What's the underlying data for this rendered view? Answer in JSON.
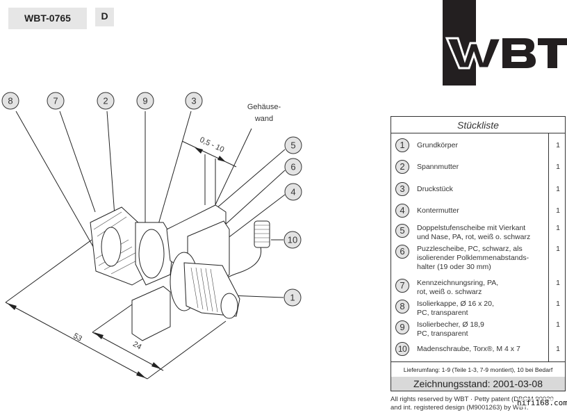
{
  "header": {
    "doc_id": "WBT-0765",
    "language": "D",
    "logo_text": "WBT"
  },
  "drawing": {
    "callouts": [
      "8",
      "7",
      "2",
      "9",
      "3",
      "5",
      "6",
      "4",
      "10",
      "1"
    ],
    "wall_label_line1": "Gehäuse-",
    "wall_label_line2": "wand",
    "dimensions": {
      "wall_thickness": "0,5 - 10",
      "overall_length": "53",
      "front_length": "24"
    }
  },
  "parts_list": {
    "title": "Stückliste",
    "items": [
      {
        "no": "1",
        "lines": [
          "Grundkörper"
        ],
        "qty": "1"
      },
      {
        "no": "2",
        "lines": [
          "Spannmutter"
        ],
        "qty": "1"
      },
      {
        "no": "3",
        "lines": [
          "Druckstück"
        ],
        "qty": "1"
      },
      {
        "no": "4",
        "lines": [
          "Kontermutter"
        ],
        "qty": "1"
      },
      {
        "no": "5",
        "lines": [
          "Doppelstufenscheibe mit Vierkant",
          "und Nase, PA, rot, weiß  o. schwarz"
        ],
        "qty": "1"
      },
      {
        "no": "6",
        "lines": [
          "Puzzlescheibe, PC, schwarz, als",
          "isolierender Polklemmenabstands-",
          "halter (19 oder 30 mm)"
        ],
        "qty": "1"
      },
      {
        "no": "7",
        "lines": [
          "Kennzeichnungsring, PA,",
          "rot, weiß o. schwarz"
        ],
        "qty": "1"
      },
      {
        "no": "8",
        "lines": [
          "Isolierkappe, Ø 16 x 20,",
          "PC, transparent"
        ],
        "qty": "1"
      },
      {
        "no": "9",
        "lines": [
          "Isolierbecher, Ø 18,9",
          "PC, transparent"
        ],
        "qty": "1"
      },
      {
        "no": "10",
        "lines": [
          "Madenschraube, Torx®, M 4 x 7"
        ],
        "qty": "1"
      }
    ],
    "scope_of_delivery": "Lieferumfang: 1-9 (Teile 1-3, 7-9 montiert), 10 bei Bedarf",
    "drawing_status": "Zeichnungsstand:  2001-03-08"
  },
  "footer": {
    "copyright_line1": "All rights reserved by WBT · Petty patent (DBGM 90020",
    "copyright_line2": "and int. registered design (M9001263) by WBT.",
    "watermark": "hifi168.com"
  },
  "colors": {
    "badge_fill": "#e3e3e3",
    "label_bg": "#e6e6e6",
    "status_bg": "#d9d9d9",
    "logo": "#231f20"
  }
}
